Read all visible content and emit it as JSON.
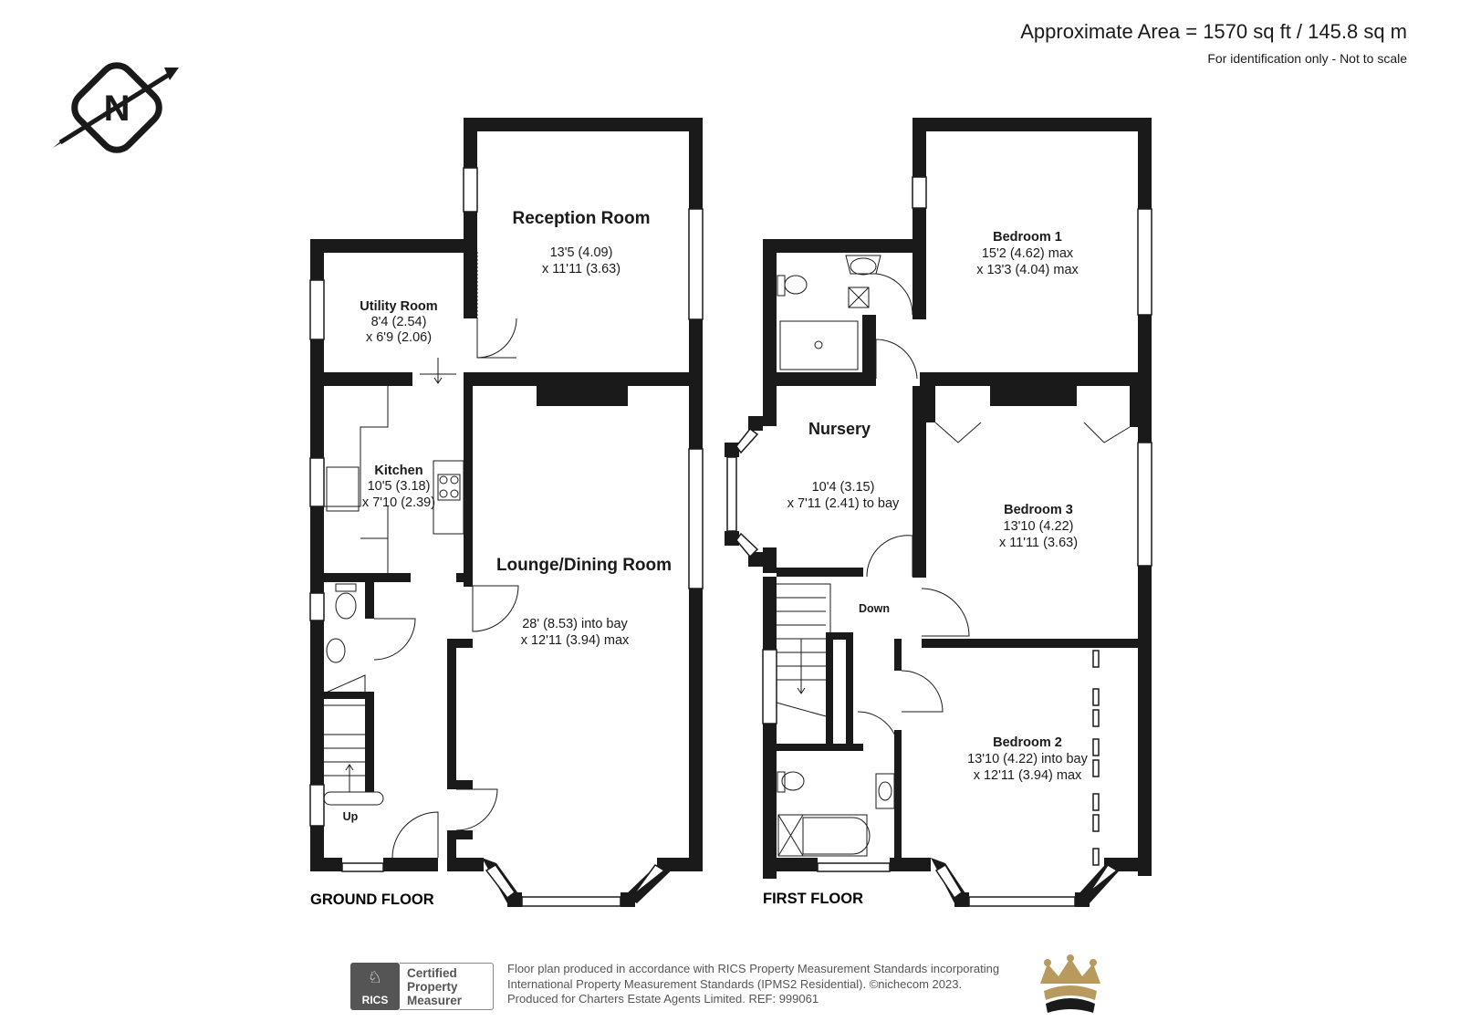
{
  "header": {
    "area": "Approximate Area = 1570 sq ft / 145.8 sq m",
    "note": "For identification only - Not to scale"
  },
  "compass": {
    "letter": "N",
    "icon": "north-compass-icon"
  },
  "ground_floor": {
    "label": "GROUND FLOOR",
    "rooms": {
      "reception": {
        "name": "Reception Room",
        "dim1": "13'5 (4.09)",
        "dim2": "x 11'11 (3.63)"
      },
      "utility": {
        "name": "Utility Room",
        "dim1": "8'4 (2.54)",
        "dim2": "x 6'9 (2.06)"
      },
      "kitchen": {
        "name": "Kitchen",
        "dim1": "10'5 (3.18)",
        "dim2": "x 7'10 (2.39)"
      },
      "lounge": {
        "name": "Lounge/Dining Room",
        "dim1": "28' (8.53) into bay",
        "dim2": "x 12'11 (3.94) max"
      }
    },
    "stairs": "Up"
  },
  "first_floor": {
    "label": "FIRST FLOOR",
    "rooms": {
      "bedroom1": {
        "name": "Bedroom 1",
        "dim1": "15'2 (4.62) max",
        "dim2": "x 13'3 (4.04) max"
      },
      "nursery": {
        "name": "Nursery",
        "dim1": "10'4 (3.15)",
        "dim2": "x 7'11 (2.41) to bay"
      },
      "bedroom3": {
        "name": "Bedroom 3",
        "dim1": "13'10 (4.22)",
        "dim2": "x 11'11 (3.63)"
      },
      "bedroom2": {
        "name": "Bedroom 2",
        "dim1": "13'10 (4.22) into bay",
        "dim2": "x 12'11 (3.94) max"
      }
    },
    "stairs": "Down"
  },
  "footer": {
    "badge": {
      "brand": "RICS",
      "line1": "Certified",
      "line2": "Property",
      "line3": "Measurer"
    },
    "line1": "Floor plan produced in accordance with RICS Property Measurement Standards incorporating",
    "line2": "International Property Measurement Standards (IPMS2 Residential). ©nichecom 2023.",
    "line3": "Produced for Charters Estate Agents Limited. REF: 999061"
  },
  "colors": {
    "wall": "#1a1a1a",
    "crown_gold": "#b89a5e",
    "crown_dark": "#1a1a1a",
    "badge_grey": "#555555"
  }
}
